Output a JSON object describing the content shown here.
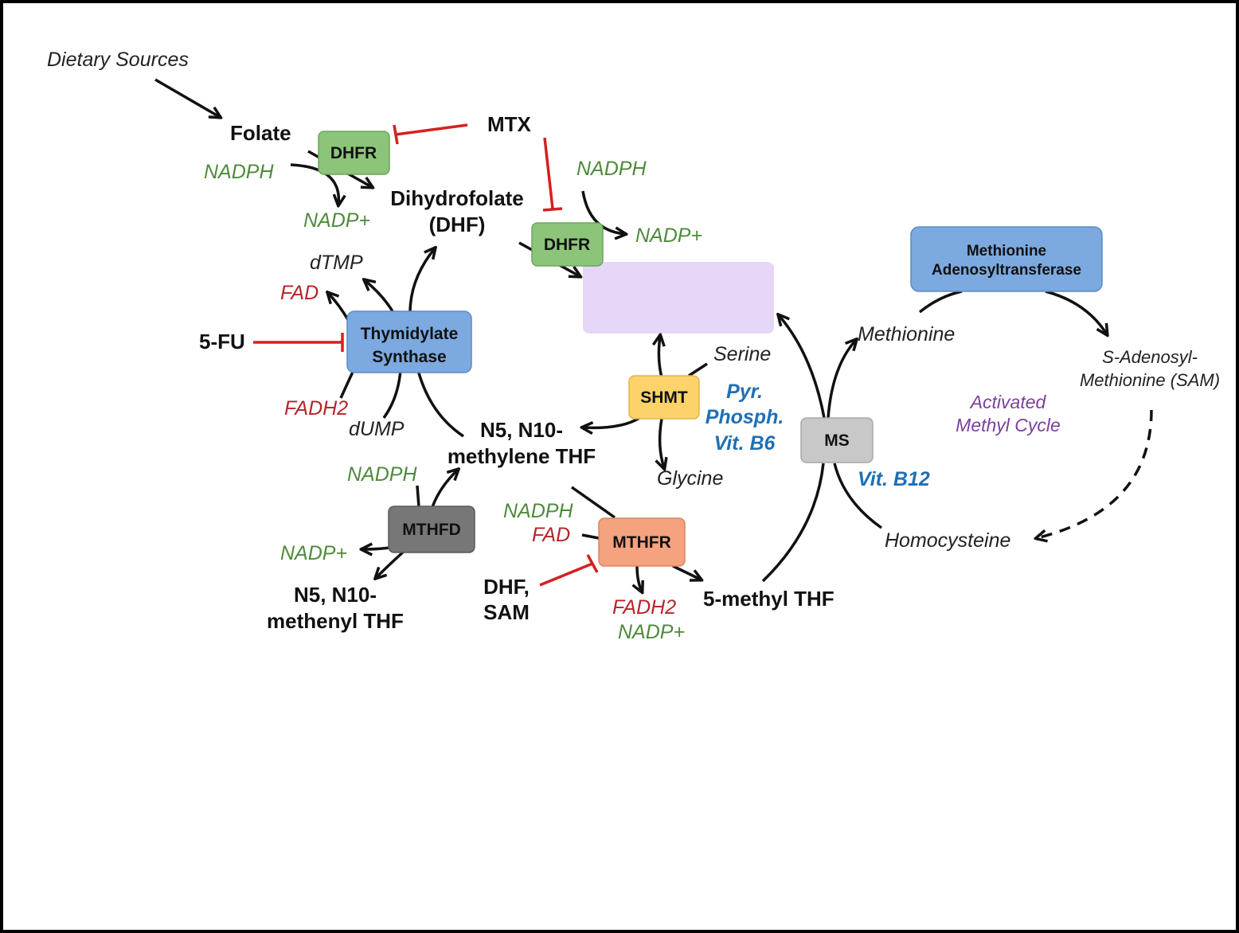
{
  "labels": {
    "dietary_sources": "Dietary Sources",
    "folate": "Folate",
    "mtx": "MTX",
    "nadph_1": "NADPH",
    "nadp_1": "NADP+",
    "dhf_line1": "Dihydrofolate",
    "dhf_line2": "(DHF)",
    "nadph_2": "NADPH",
    "nadp_2": "NADP+",
    "dtmp": "dTMP",
    "fad_1": "FAD",
    "five_fu": "5-FU",
    "fadh2_1": "FADH2",
    "dump": "dUMP",
    "methylene_line1": "N5, N10-",
    "methylene_line2": "methylene THF",
    "serine": "Serine",
    "glycine": "Glycine",
    "pyr_line1": "Pyr.",
    "pyr_line2": "Phosph.",
    "pyr_line3": "Vit. B6",
    "nadph_3": "NADPH",
    "nadp_3": "NADP+",
    "methenyl_line1": "N5, N10-",
    "methenyl_line2": "methenyl THF",
    "nadph_4": "NADPH",
    "fad_2": "FAD",
    "dhf_sam_line1": "DHF,",
    "dhf_sam_line2": "SAM",
    "fadh2_2": "FADH2",
    "nadp_4": "NADP+",
    "five_methyl_thf": "5-methyl THF",
    "methionine": "Methionine",
    "sam_line1": "S-Adenosyl-",
    "sam_line2": "Methionine (SAM)",
    "activated_line1": "Activated",
    "activated_line2": "Methyl Cycle",
    "vit_b12": "Vit. B12",
    "homocysteine": "Homocysteine"
  },
  "enzymes": {
    "dhfr_1": "DHFR",
    "dhfr_2": "DHFR",
    "ts_line1": "Thymidylate",
    "ts_line2": "Synthase",
    "shmt": "SHMT",
    "mthfd": "MTHFD",
    "mthfr": "MTHFR",
    "ms": "MS",
    "mat_line1": "Methionine",
    "mat_line2": "Adenosyltransferase"
  },
  "colors": {
    "dhfr_fill": "#8cc57a",
    "ts_fill": "#7ba9e0",
    "shmt_fill": "#fbd36a",
    "mthfd_fill": "#777777",
    "mthfr_fill": "#f5a27e",
    "ms_fill": "#c8c8c8",
    "mat_fill": "#7ba9e0",
    "highlight_fill": "#e6d6f7",
    "inhibition": "#d42020"
  }
}
